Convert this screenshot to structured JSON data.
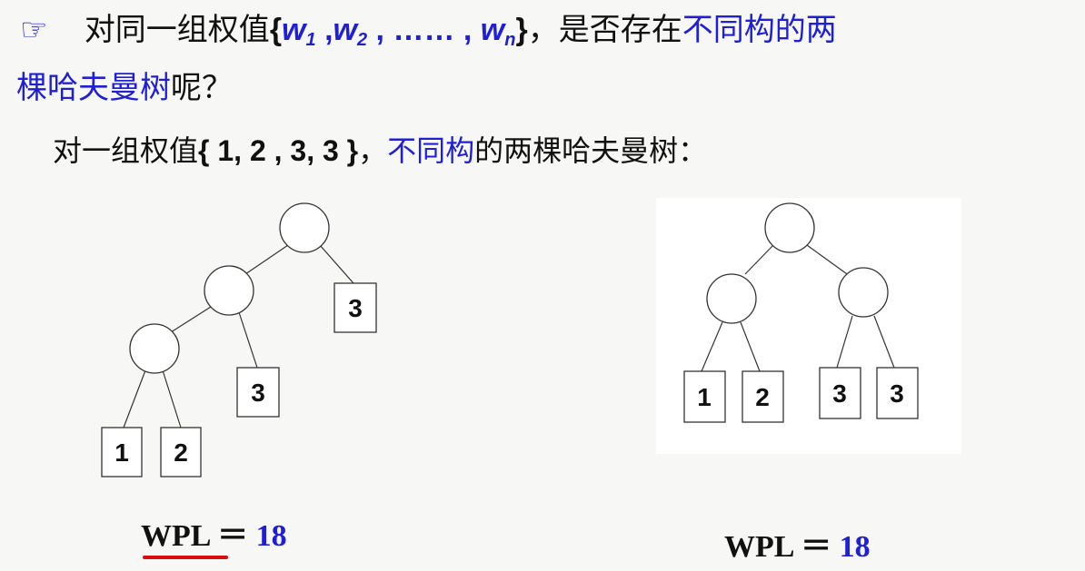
{
  "question": {
    "icon": "pointing-hand-icon",
    "prefix": "对同一组权值",
    "set_open": "{",
    "w1": "w",
    "w1_sub": "1",
    "sep1": " ,",
    "w2": "w",
    "w2_sub": "2",
    "ellipsis": " , …… , ",
    "wn": "w",
    "wn_sub": "n",
    "set_close": "}",
    "middle": "，是否存在",
    "highlight_a": "不同构的两",
    "highlight_b": "棵哈夫曼树",
    "suffix": "呢？"
  },
  "example": {
    "prefix": "对一组权值",
    "set": "{ 1, 2 , 3, 3 }",
    "comma": "，",
    "highlight": "不同构",
    "suffix": "的两棵哈夫曼树："
  },
  "trees": [
    {
      "leaves": [
        "1",
        "2",
        "3",
        "3"
      ],
      "wpl_label": "WPL",
      "wpl_eq": " ＝ ",
      "wpl_value": "18"
    },
    {
      "leaves": [
        "1",
        "2",
        "3",
        "3"
      ],
      "wpl_label": "WPL",
      "wpl_eq": " ＝ ",
      "wpl_value": "18"
    }
  ],
  "colors": {
    "highlight": "#1f1fd8",
    "underline": "#d80d0d"
  }
}
